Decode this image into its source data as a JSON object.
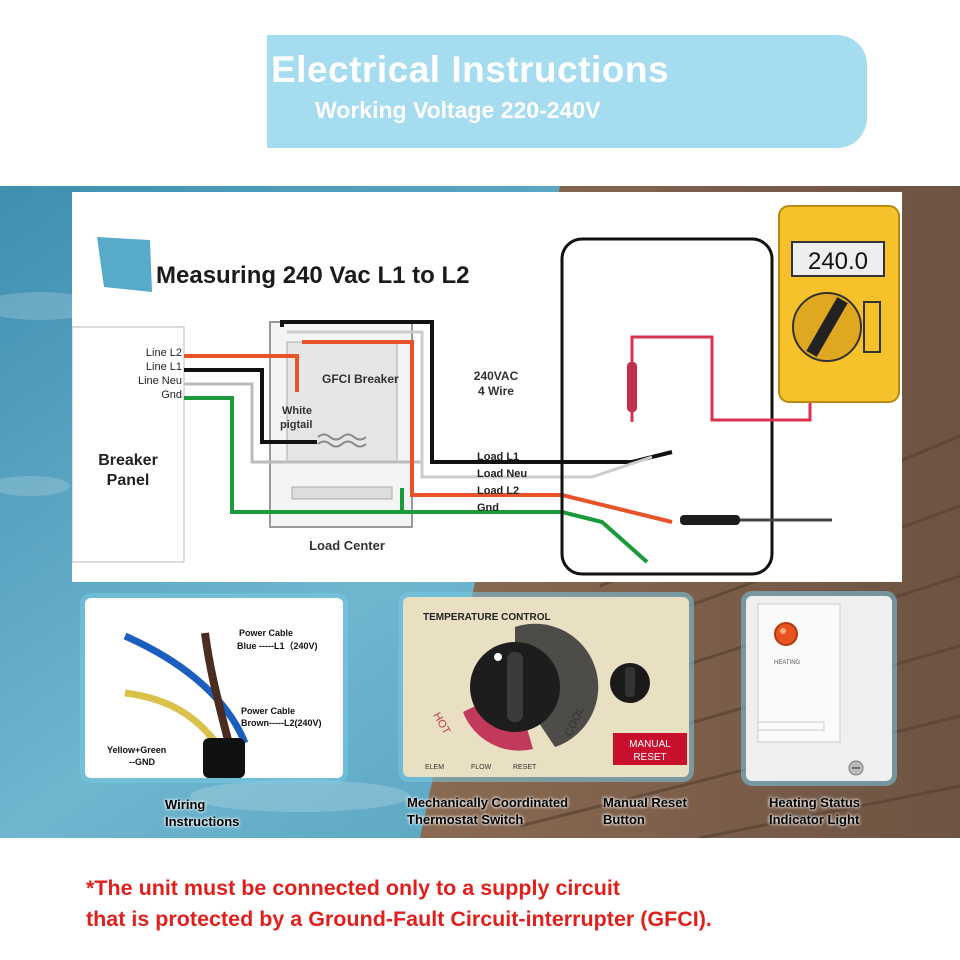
{
  "header": {
    "title": "Electrical Instructions",
    "subtitle": "Working Voltage 220-240V"
  },
  "wiring_diagram": {
    "heading": "Measuring 240 Vac L1 to L2",
    "breaker_panel": {
      "label_line1": "Breaker",
      "label_line2": "Panel",
      "lines": [
        "Line L2",
        "Line L1",
        "Line Neu",
        "Gnd"
      ]
    },
    "gfci_label": "GFCI Breaker",
    "pigtail_line1": "White",
    "pigtail_line2": "pigtail",
    "load_center": "Load Center",
    "supply_line1": "240VAC",
    "supply_line2": "4 Wire",
    "loads": [
      "Load L1",
      "Load Neu",
      "Load L2",
      "Gnd"
    ],
    "meter_reading": "240.0"
  },
  "wiring_panel": {
    "power_cable_blue_line1": "Power Cable",
    "power_cable_blue_line2": "Blue -----L1（240V)",
    "power_cable_brown_line1": "Power Cable",
    "power_cable_brown_line2": "Brown-----L2(240V)",
    "ground_line1": "Yellow+Green",
    "ground_line2": "--GND",
    "caption_line1": "Wiring",
    "caption_line2": "Instructions"
  },
  "thermostat_panel": {
    "title": "TEMPERATURE CONTROL",
    "hot": "HOT",
    "cool": "COOL",
    "elem": "ELEM",
    "flow": "FLOW",
    "reset": "RESET",
    "manual_reset_line1": "MANUAL",
    "manual_reset_line2": "RESET",
    "caption1_line1": "Mechanically Coordinated",
    "caption1_line2": "Thermostat Switch",
    "caption2_line1": "Manual Reset",
    "caption2_line2": "Button"
  },
  "indicator_panel": {
    "heating": "HEATING",
    "caption_line1": "Heating Status",
    "caption_line2": "Indicator Light"
  },
  "notice": {
    "line1": "*The unit must be connected only to a supply circuit",
    "line2": "that is protected by a Ground-Fault Circuit-interrupter (GFCI)."
  },
  "colors": {
    "banner": "#a6dcef",
    "notice": "#e0201c",
    "wire_l2": "#e8532a",
    "wire_l1": "#111111",
    "wire_gnd": "#1a9a3a",
    "meter": "#f6c12b"
  }
}
